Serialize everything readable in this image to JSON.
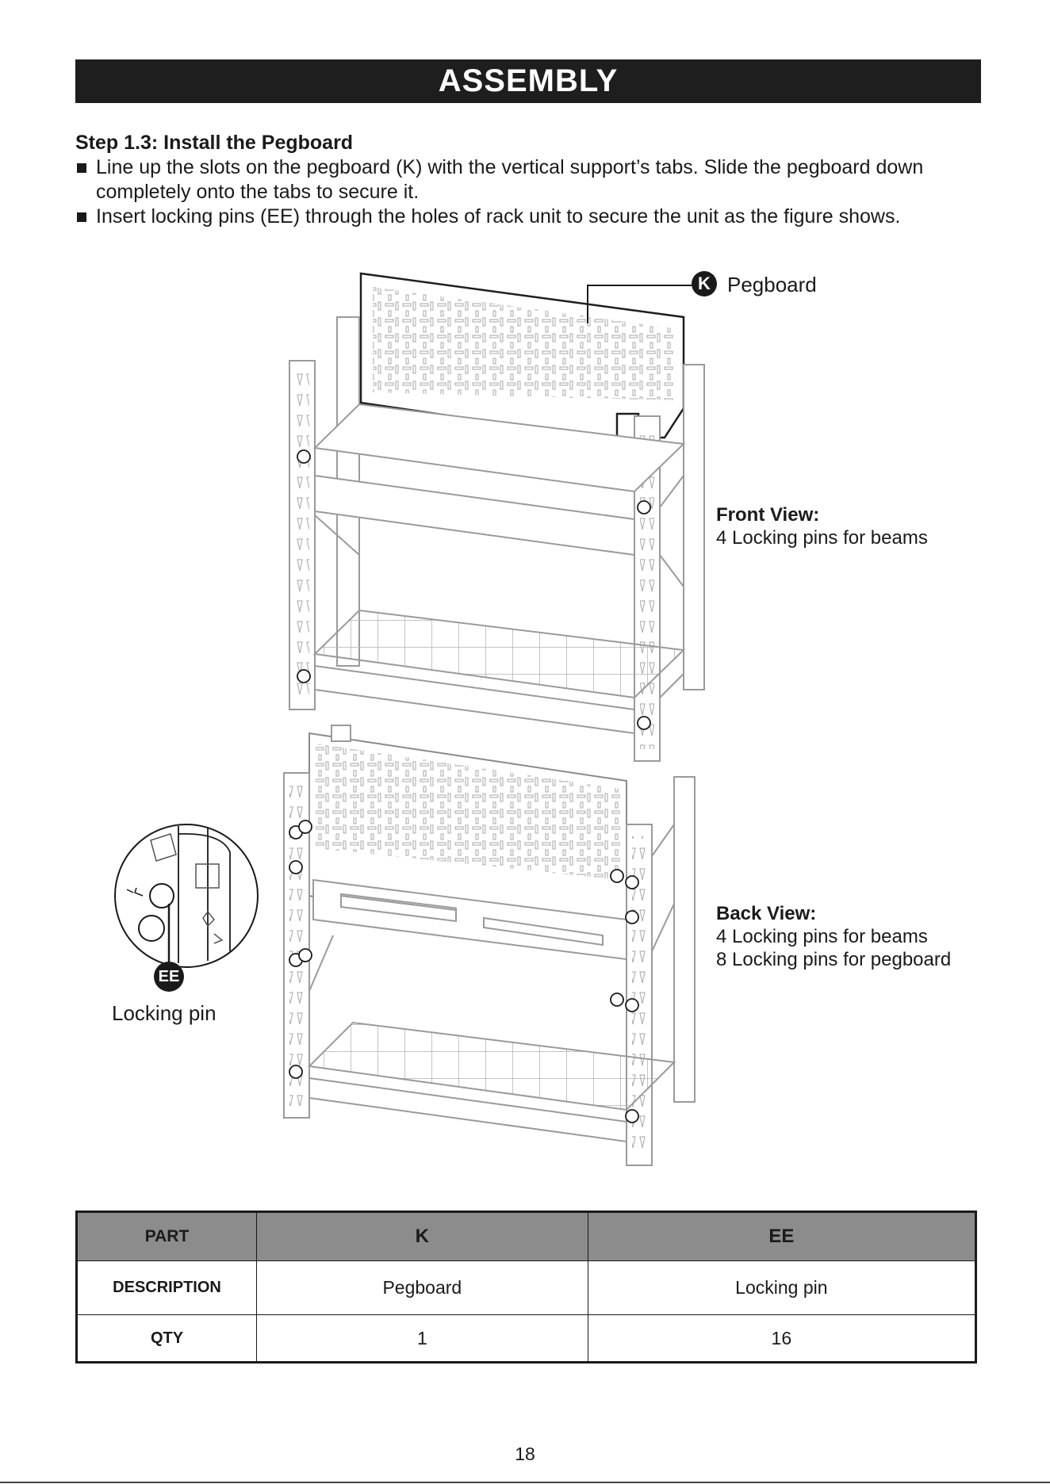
{
  "header": {
    "title": "ASSEMBLY"
  },
  "step": {
    "title": "Step 1.3: Install the Pegboard",
    "bullets": [
      "Line up the slots on the pegboard (K) with the vertical support’s tabs. Slide the pegboard down completely onto the tabs to secure it.",
      "Insert locking pins (EE) through the holes of rack unit to secure the unit  as the figure shows."
    ]
  },
  "figure": {
    "callout_k": {
      "letter": "K",
      "label": "Pegboard"
    },
    "callout_ee": {
      "letter": "EE",
      "label": "Locking pin"
    },
    "front_view": {
      "title": "Front View:",
      "line1": "4 Locking pins for beams"
    },
    "back_view": {
      "title": "Back View:",
      "line1": "4 Locking pins for beams",
      "line2": "8 Locking pins for pegboard"
    }
  },
  "table": {
    "row_headers": [
      "PART",
      "DESCRIPTION",
      "QTY"
    ],
    "columns": [
      {
        "part": "K",
        "description": "Pegboard",
        "qty": "1"
      },
      {
        "part": "EE",
        "description": "Locking pin",
        "qty": "16"
      }
    ]
  },
  "page": {
    "number": "18"
  }
}
